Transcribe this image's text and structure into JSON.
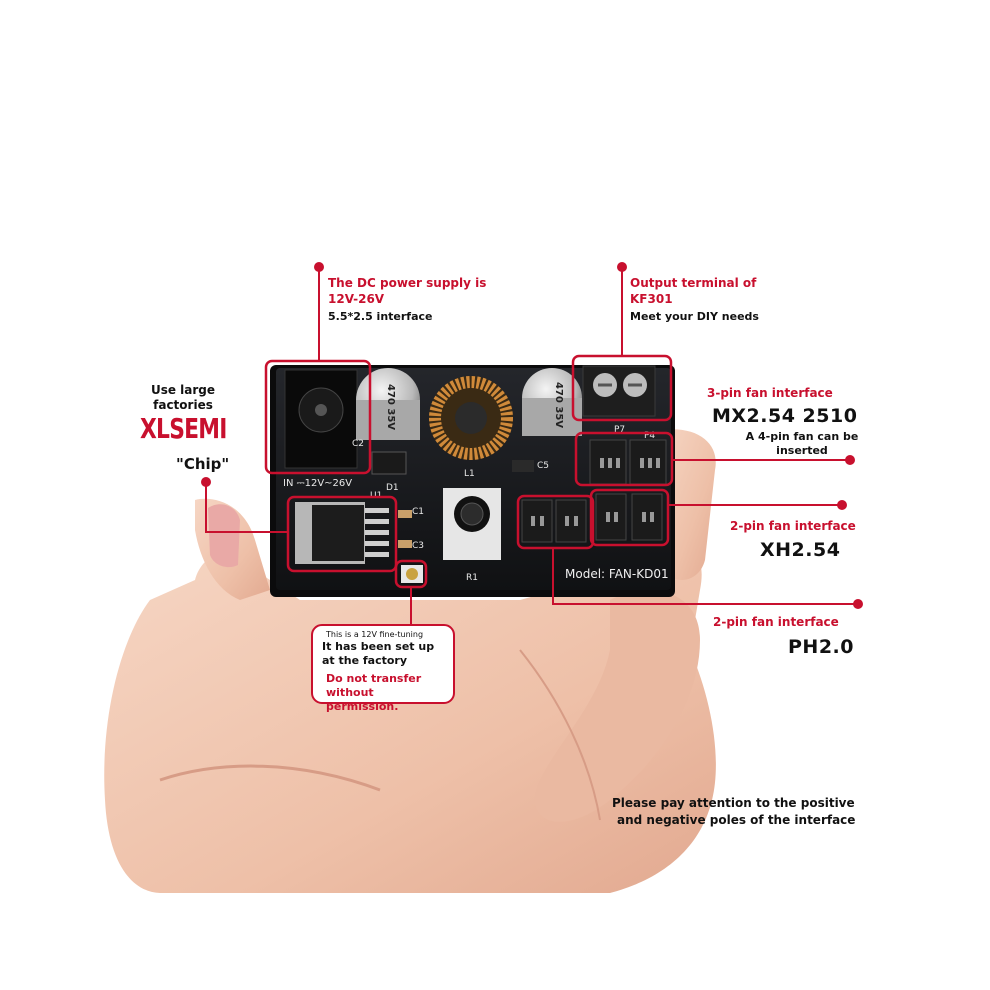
{
  "callouts": {
    "dc_supply": {
      "title": "The DC power supply is 12V-26V",
      "detail": "5.5*2.5 interface"
    },
    "output_terminal": {
      "title": "Output terminal of KF301",
      "detail": "Meet your DIY needs"
    },
    "chip": {
      "line1": "Use large",
      "line2": "factories",
      "brand": "XLSEMI",
      "line3": "\"Chip\""
    },
    "fan3pin": {
      "title": "3-pin fan interface",
      "model": "MX2.54 2510",
      "note": "A 4-pin fan can be inserted"
    },
    "fan2pin_xh": {
      "title": "2-pin fan interface",
      "model": "XH2.54"
    },
    "fan2pin_ph": {
      "title": "2-pin fan interface",
      "model": "PH2.0"
    },
    "fine_tuning": {
      "line1": "This is a 12V fine-tuning",
      "line2": "It has been set up at the factory",
      "warn": "Do not transfer without permission."
    },
    "polarity": {
      "line1": "Please pay attention to the positive",
      "line2": "and negative poles of the interface"
    }
  },
  "board": {
    "model": "Model: FAN-KD01",
    "input": "IN ⎓12V~26V",
    "cap_left": "470 35V",
    "cap_right": "470 35V",
    "labels": [
      "C2",
      "C1",
      "C3",
      "C5",
      "D1",
      "U1",
      "L1",
      "R1",
      "P7",
      "P4"
    ]
  },
  "colors": {
    "accent": "#c8102e",
    "board": "#17181b",
    "skin": "#f3c9b4"
  }
}
